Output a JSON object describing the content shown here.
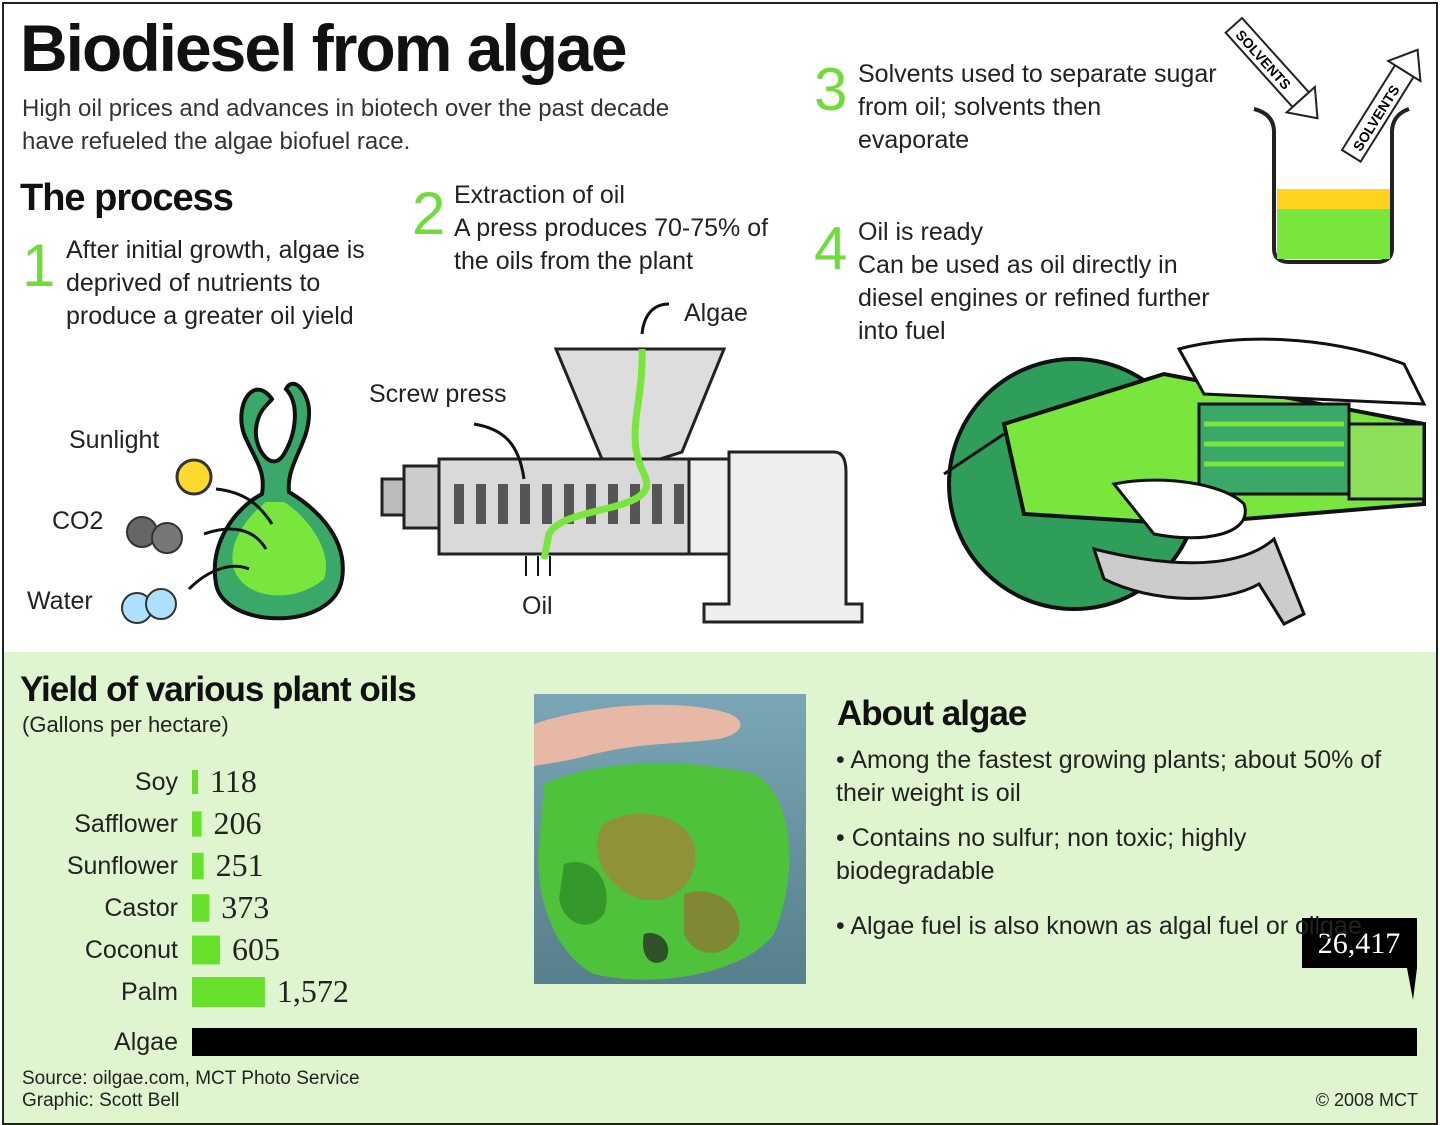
{
  "header": {
    "title": "Biodiesel from algae",
    "intro": "High oil prices and advances in biotech over the past decade have refueled the algae biofuel race."
  },
  "process": {
    "heading": "The process",
    "steps": [
      {
        "num": "1",
        "text": "After initial growth, algae is deprived of nutrients to produce a greater oil yield"
      },
      {
        "num": "2",
        "text": "Extraction of oil\nA press produces 70-75% of the oils from the plant"
      },
      {
        "num": "3",
        "text": "Solvents used to separate sugar from oil;    solvents then evaporate"
      },
      {
        "num": "4",
        "text": "Oil is ready\nCan be used as oil directly in diesel engines or refined further into fuel"
      }
    ],
    "labels": {
      "sunlight": "Sunlight",
      "co2": "CO2",
      "water": "Water",
      "screw_press": "Screw press",
      "algae": "Algae",
      "oil": "Oil",
      "solvents": "SOLVENTS"
    }
  },
  "colors": {
    "green": "#6fdc3a",
    "dark_green": "#2e8b57",
    "bar_green": "#66e02a",
    "panel_bg": "#dff5cf",
    "black": "#000000"
  },
  "chart_data": {
    "type": "bar",
    "title": "Yield of various plant oils",
    "subtitle": "(Gallons per hectare)",
    "categories": [
      "Soy",
      "Safflower",
      "Sunflower",
      "Castor",
      "Coconut",
      "Palm",
      "Algae"
    ],
    "values": [
      118,
      206,
      251,
      373,
      605,
      1572,
      26417
    ],
    "value_labels": [
      "118",
      "206",
      "251",
      "373",
      "605",
      "1,572",
      "26,417"
    ]
  },
  "about": {
    "heading": "About algae",
    "bullets": [
      "• Among the fastest growing plants; about 50% of their weight is oil",
      "• Contains no sulfur; non toxic; highly biodegradable",
      "• Algae fuel is also known as algal fuel or oilgae"
    ]
  },
  "footer": {
    "source": "Source: oilgae.com, MCT Photo Service",
    "graphic": "Graphic: Scott Bell",
    "copyright": "© 2008 MCT"
  }
}
